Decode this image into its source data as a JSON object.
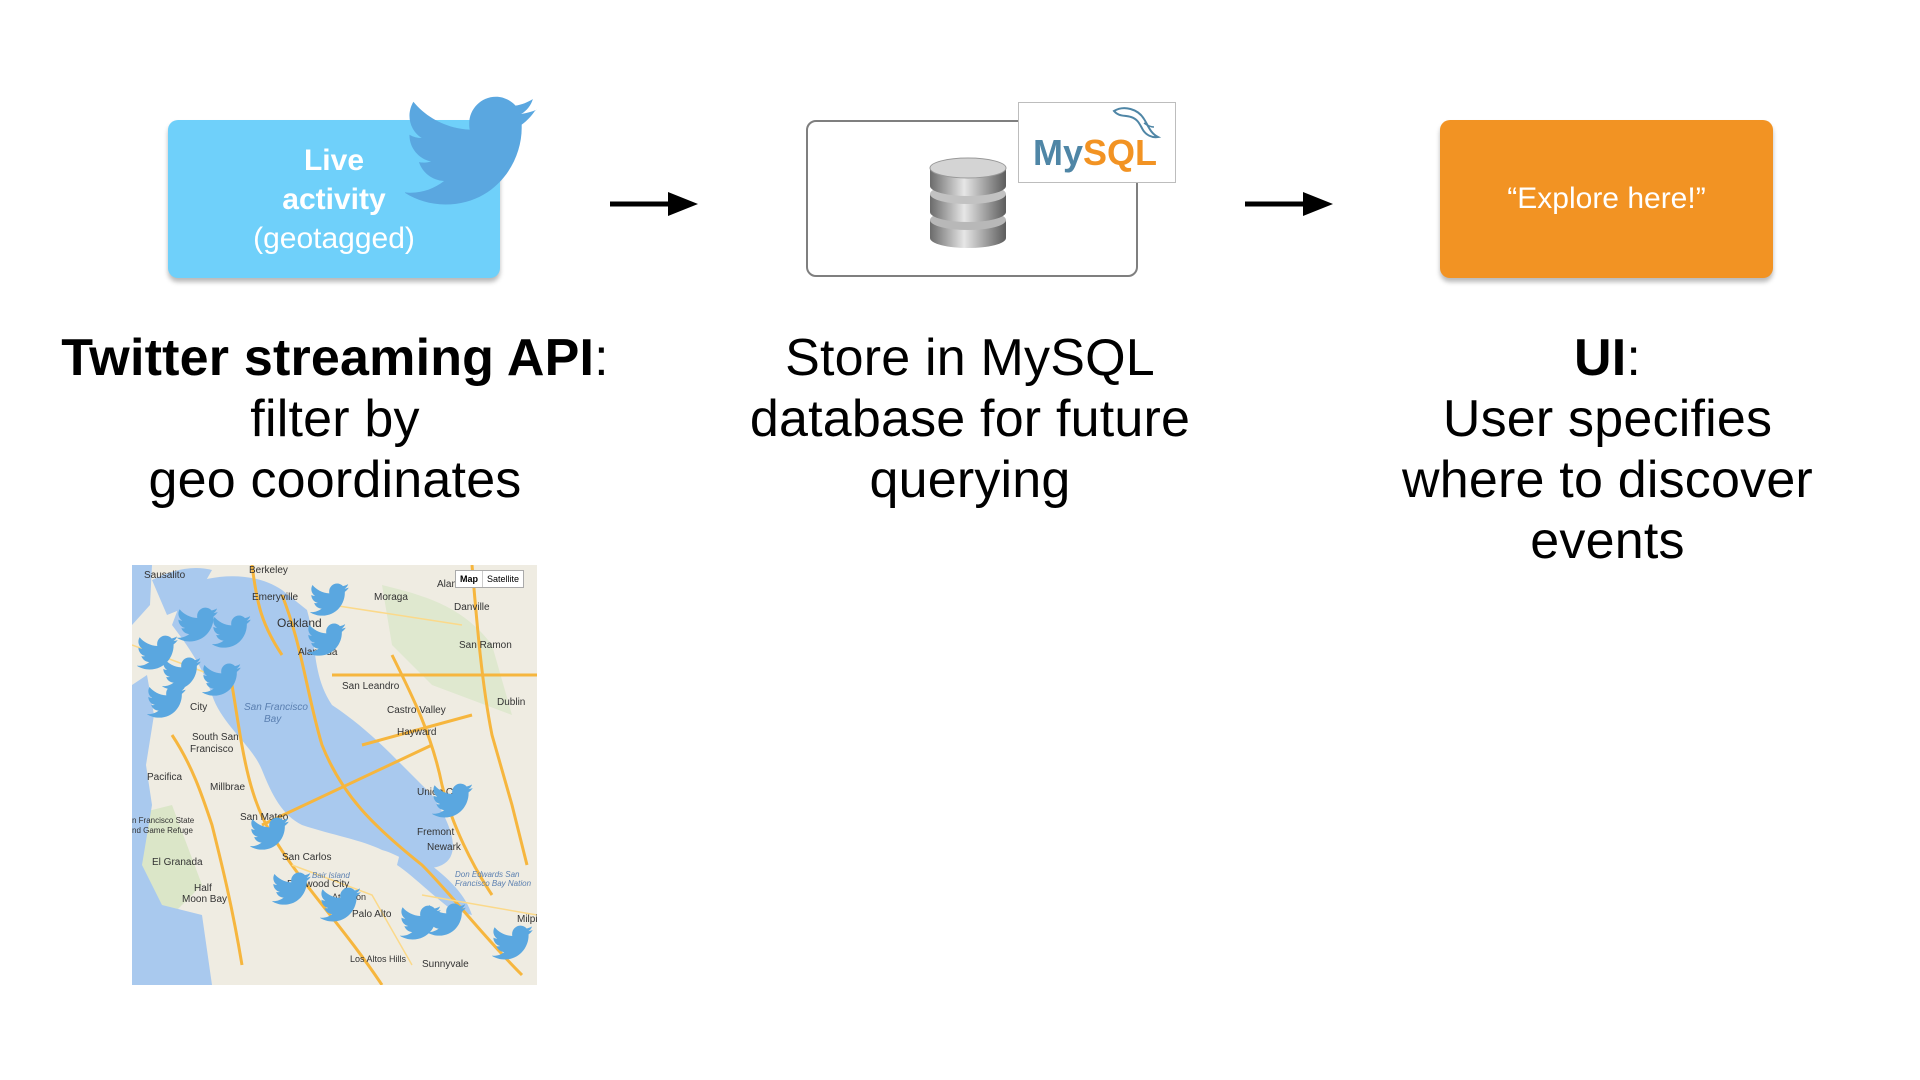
{
  "stage1": {
    "box_line1": "Live",
    "box_line2": "activity",
    "box_line3": "(geotagged)",
    "caption_bold": "Twitter streaming API",
    "caption_colon": ":",
    "caption_line2": "filter by",
    "caption_line3": "geo coordinates"
  },
  "stage2": {
    "logo_text": "MySQL",
    "caption_line1": "Store in MySQL",
    "caption_line2": "database for future",
    "caption_line3": "querying"
  },
  "stage3": {
    "box_label": "“Explore here!”",
    "caption_bold": "UI",
    "caption_colon": ":",
    "caption_line2": "User specifies",
    "caption_line3": "where to discover",
    "caption_line4": "events"
  },
  "map": {
    "toggle_map": "Map",
    "toggle_satellite": "Satellite",
    "labels": {
      "sausalito": "Sausalito",
      "berkeley": "Berkeley",
      "emeryville": "Emeryville",
      "oakland": "Oakland",
      "moraga": "Moraga",
      "alamo": "Alamo",
      "danville": "Danville",
      "san_ramon": "San Ramon",
      "alameda": "Alameda",
      "san_leandro": "San Leandro",
      "castro_valley": "Castro Valley",
      "dublin": "Dublin",
      "hayward": "Hayward",
      "sf_bay": "San Francisco",
      "sf_bay2": "Bay",
      "south_sf": "South San",
      "south_sf2": "Francisco",
      "pacifica": "Pacifica",
      "millbrae": "Millbrae",
      "san_mateo": "San Mateo",
      "refuge": "n Francisco State",
      "refuge2": "nd Game Refuge",
      "el_granada": "El Granada",
      "half_moon": "Half",
      "half_moon2": "Moon Bay",
      "san_carlos": "San Carlos",
      "bair_island": "Bair Island",
      "redwood_city": "Redwood City",
      "atherton": "Atherton",
      "palo_alto": "Palo Alto",
      "fremont": "Fremont",
      "newark": "Newark",
      "union_city": "Union City",
      "don_edwards": "Don Edwards San",
      "don_edwards2": "Francisco Bay Nation",
      "milpitas": "Milpi",
      "los_altos": "Los Altos Hills",
      "sunnyvale": "Sunnyvale",
      "daly_city": "City"
    }
  }
}
